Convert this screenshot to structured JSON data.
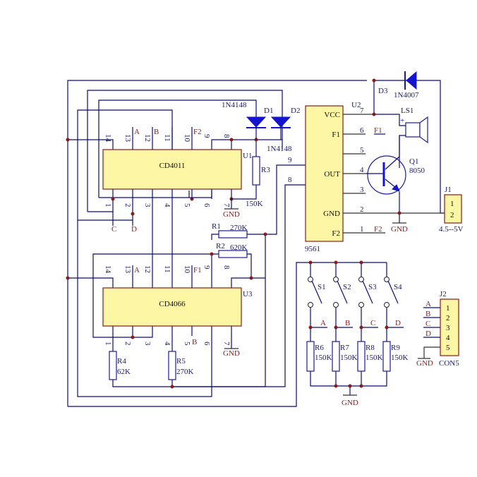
{
  "diagram": {
    "chips": {
      "u1": {
        "ref": "U1",
        "name": "CD4011",
        "top_pins": [
          "14",
          "13",
          "12",
          "11",
          "10",
          "9",
          "8"
        ],
        "bottom_pins": [
          "1",
          "2",
          "3",
          "4",
          "5",
          "6",
          "7"
        ],
        "top_labels": {
          "13": "A",
          "12": "B",
          "10": "F2"
        },
        "bottom_labels": {
          "1": "C",
          "2": "D"
        },
        "gnd": "GND"
      },
      "u3": {
        "ref": "U3",
        "name": "CD4066",
        "top_pins": [
          "14",
          "13",
          "12",
          "11",
          "10",
          "9",
          "8"
        ],
        "bottom_pins": [
          "1",
          "2",
          "3",
          "4",
          "5",
          "6",
          "7"
        ],
        "top_labels": {
          "13": "A",
          "10": "F1"
        },
        "bottom_labels": {
          "5": "B"
        },
        "gnd": "GND"
      },
      "u2": {
        "ref": "U2",
        "name": "9561",
        "pins": [
          {
            "num": "7",
            "label": "VCC"
          },
          {
            "num": "6",
            "label": "F1",
            "net": "F1"
          },
          {
            "num": "5",
            "label": ""
          },
          {
            "num": "4",
            "label": "OUT"
          },
          {
            "num": "3",
            "label": ""
          },
          {
            "num": "2",
            "label": "GND"
          },
          {
            "num": "1",
            "label": "F2",
            "net": "F2"
          }
        ],
        "left_pins": [
          "9",
          "8"
        ]
      }
    },
    "diodes": [
      {
        "ref": "D1",
        "value": "1N4148"
      },
      {
        "ref": "D2",
        "value": "1N4148"
      },
      {
        "ref": "D3",
        "value": "1N4007"
      }
    ],
    "resistors": [
      {
        "ref": "R1",
        "value": "270K"
      },
      {
        "ref": "R2",
        "value": "620K"
      },
      {
        "ref": "R3",
        "value": "150K"
      },
      {
        "ref": "R4",
        "value": "62K"
      },
      {
        "ref": "R5",
        "value": "270K"
      },
      {
        "ref": "R6",
        "value": "150K"
      },
      {
        "ref": "R7",
        "value": "150K"
      },
      {
        "ref": "R8",
        "value": "150K"
      },
      {
        "ref": "R9",
        "value": "150K"
      }
    ],
    "switches": [
      {
        "ref": "S1",
        "net": "A"
      },
      {
        "ref": "S2",
        "net": "B"
      },
      {
        "ref": "S3",
        "net": "C"
      },
      {
        "ref": "S4",
        "net": "D"
      }
    ],
    "transistor": {
      "ref": "Q1",
      "value": "8050"
    },
    "speaker": {
      "ref": "LS1",
      "polarity": "+"
    },
    "j1": {
      "ref": "J1",
      "pins": [
        "1",
        "2"
      ],
      "value": "4.5--5V"
    },
    "j2": {
      "ref": "J2",
      "pins": [
        "1",
        "2",
        "3",
        "4",
        "5"
      ],
      "nets": [
        "A",
        "B",
        "C",
        "D"
      ],
      "value": "CON5"
    },
    "gnd_label": "GND"
  }
}
